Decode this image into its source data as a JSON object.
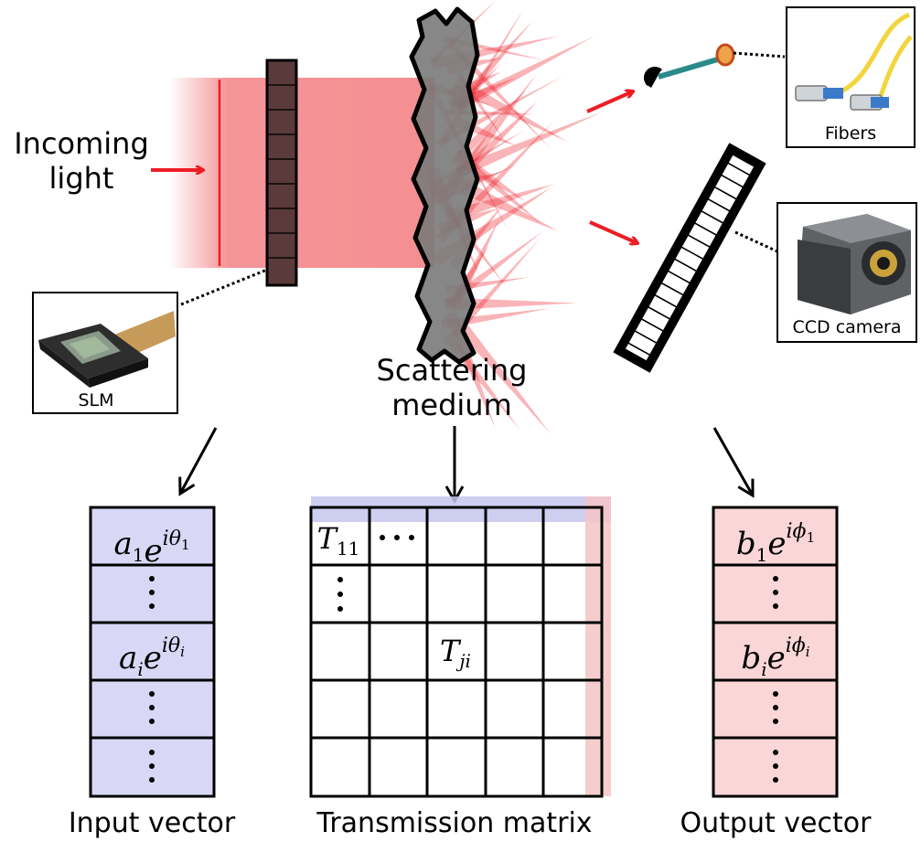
{
  "labels": {
    "incoming_line1": "Incoming",
    "incoming_line2": "light",
    "scattering_line1": "Scattering",
    "scattering_line2": "medium",
    "slm": "SLM",
    "fibers": "Fibers",
    "ccd": "CCD camera",
    "input_vector": "Input vector",
    "transmission_matrix": "Transmission matrix",
    "output_vector": "Output vector"
  },
  "input_vector": {
    "first": {
      "base": "a",
      "sub": "1",
      "exp_base": "iθ",
      "exp_sub": "1"
    },
    "middle": {
      "base": "a",
      "sub": "i",
      "exp_base": "iθ",
      "exp_sub": "i"
    }
  },
  "output_vector": {
    "first": {
      "base": "b",
      "sub": "1",
      "exp_base": "iϕ",
      "exp_sub": "1"
    },
    "middle": {
      "base": "b",
      "sub": "i",
      "exp_base": "iϕ",
      "exp_sub": "i"
    }
  },
  "matrix": {
    "first": {
      "base": "T",
      "sub": "11"
    },
    "element": {
      "base": "T",
      "sub": "ji"
    }
  },
  "colors": {
    "beam": "#f48f92",
    "arrow_red": "#ee1c25",
    "input_fill": "#d8d8f6",
    "output_fill": "#fad6d6",
    "row_highlight": "#c5c5ef",
    "col_highlight": "#f4c4c4",
    "medium": "#7a7a7a",
    "fiber_cable": "#f2d53c",
    "fiber_probe": "#2a8a8a"
  },
  "icons": [
    "slm-device-icon",
    "fiber-cables-icon",
    "ccd-camera-icon",
    "fiber-probe-icon"
  ]
}
